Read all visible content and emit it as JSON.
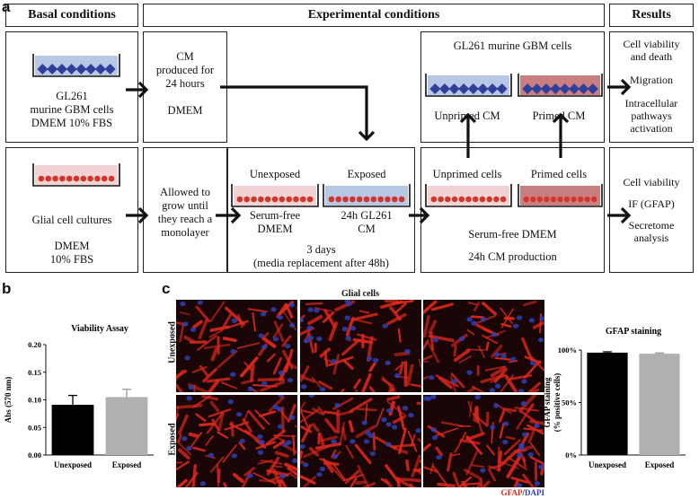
{
  "panels": {
    "a": "a",
    "b": "b",
    "c": "c"
  },
  "headers": {
    "basal": "Basal conditions",
    "experimental": "Experimental conditions",
    "results": "Results"
  },
  "row1": {
    "gl261_label": [
      "GL261",
      "murine GBM cells",
      "DMEM 10% FBS"
    ],
    "cm_box": [
      "CM",
      "produced for",
      "24 hours",
      "",
      "DMEM"
    ],
    "gbm_title": "GL261 murine GBM cells",
    "unprimed_cm": "Unprimed CM",
    "primed_cm": "Primed CM",
    "results": [
      "Cell viability",
      "and death",
      "",
      "Migration",
      "",
      "Intracellular",
      "pathways",
      "activation"
    ]
  },
  "row2": {
    "glial_label": [
      "Glial cell cultures",
      "",
      "DMEM",
      "10% FBS"
    ],
    "allowed": [
      "Allowed to",
      "grow until",
      "they reach a",
      "monolayer"
    ],
    "unexposed": "Unexposed",
    "exposed": "Exposed",
    "serum_free": [
      "Serum-free",
      "DMEM"
    ],
    "gl261_cm": [
      "24h GL261",
      "CM"
    ],
    "days": [
      "3 days",
      "(media replacement after 48h)"
    ],
    "unprimed_cells": "Unprimed cells",
    "primed_cells": "Primed cells",
    "serum_free_dmem": "Serum-free DMEM",
    "cm_production": "24h CM production",
    "results": [
      "Cell viability",
      "",
      "IF (GFAP)",
      "",
      "Secretome",
      "analysis"
    ]
  },
  "micro": {
    "title": "Glial cells",
    "row_labels": [
      "Unexposed",
      "Exposed"
    ],
    "legend_gfap": "GFAP",
    "legend_sep": "/",
    "legend_dapi": "DAPI"
  },
  "colors": {
    "blue_medium": "#b7c8e6",
    "pink_medium": "#f2d3d3",
    "primed_medium": "#c97f7f",
    "diamond": "#2f3f9a",
    "cell_red": "#d2342c",
    "gfap_red": "#e0281e",
    "dapi_blue": "#2f3fb5"
  },
  "chart_data": [
    {
      "type": "bar",
      "title": "Viability Assay",
      "ylabel": "Abs (570 nm)",
      "categories": [
        "Unexposed",
        "Exposed"
      ],
      "values": [
        0.091,
        0.105
      ],
      "errors": [
        0.017,
        0.014
      ],
      "colors": [
        "#000000",
        "#b0b0b0"
      ],
      "ylim": [
        0,
        0.2
      ],
      "yticks": [
        0.0,
        0.05,
        0.1,
        0.15,
        0.2
      ],
      "ytick_labels": [
        "0.00",
        "0.05",
        "0.10",
        "0.15",
        "0.20"
      ]
    },
    {
      "type": "bar",
      "title": "GFAP staining",
      "ylabel": [
        "GFAP staining",
        "(% positive cells)"
      ],
      "categories": [
        "Unexposed",
        "Exposed"
      ],
      "values": [
        97.5,
        96.5
      ],
      "errors": [
        0.8,
        0.7
      ],
      "colors": [
        "#000000",
        "#b0b0b0"
      ],
      "ylim": [
        0,
        100
      ],
      "yticks": [
        0,
        50,
        100
      ],
      "ytick_labels": [
        "0%",
        "50%",
        "100%"
      ]
    }
  ]
}
